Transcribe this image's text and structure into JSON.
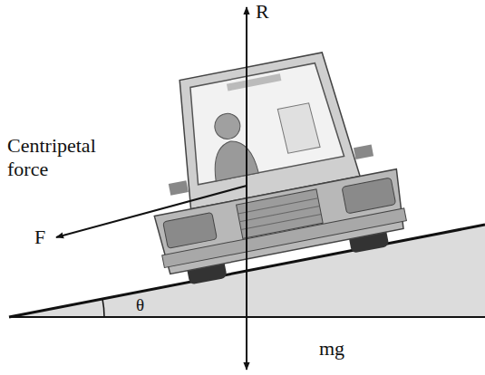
{
  "diagram": {
    "labels": [
      "R",
      "Centripetal force",
      "F",
      "θ",
      "mg"
    ]
  }
}
